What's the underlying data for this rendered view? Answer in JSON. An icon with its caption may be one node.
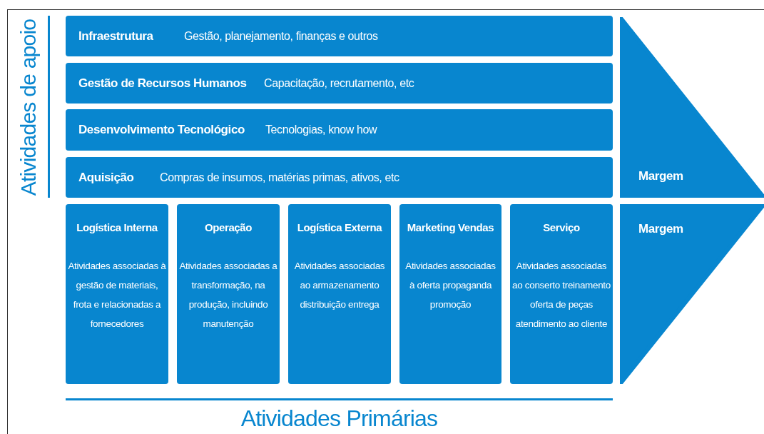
{
  "diagram": {
    "nodes": [
      {
        "text": [
          "Infraestrutura",
          "Gestão, planejamento, finanças e outros"
        ]
      },
      {
        "text": [
          "Gestão de Recursos Humanos",
          "Capacitação, recrutamento, etc"
        ]
      },
      {
        "text": [
          "Desenvolvimento Tecnológico",
          "Tecnologias, know how"
        ]
      },
      {
        "text": [
          "Aquisição",
          "Compras de insumos, matérias primas, ativos, etc"
        ]
      },
      {
        "text": [
          "Logística Interna",
          "Atividades associadas à gestão de materiais, frota e relacionadas a fornecedores"
        ]
      },
      {
        "text": [
          "Operação",
          "Atividades associadas a transformação, na produção, incluindo manutenção"
        ]
      },
      {
        "text": [
          "Logística Externa",
          "Atividades associadas ao armazenamento distribuição entrega"
        ]
      },
      {
        "text": [
          "Marketing Vendas",
          "Atividades associadas à oferta propaganda promoção"
        ]
      },
      {
        "text": [
          "Serviço",
          "Atividades associadas ao conserto treinamento oferta de peças atendimento ao cliente"
        ]
      },
      {
        "text": [
          "Margem"
        ]
      },
      {
        "text": [
          "Margem"
        ]
      }
    ],
    "edges": [],
    "labels": [
      "Atividades de apoio",
      "Atividades Primárias"
    ]
  }
}
